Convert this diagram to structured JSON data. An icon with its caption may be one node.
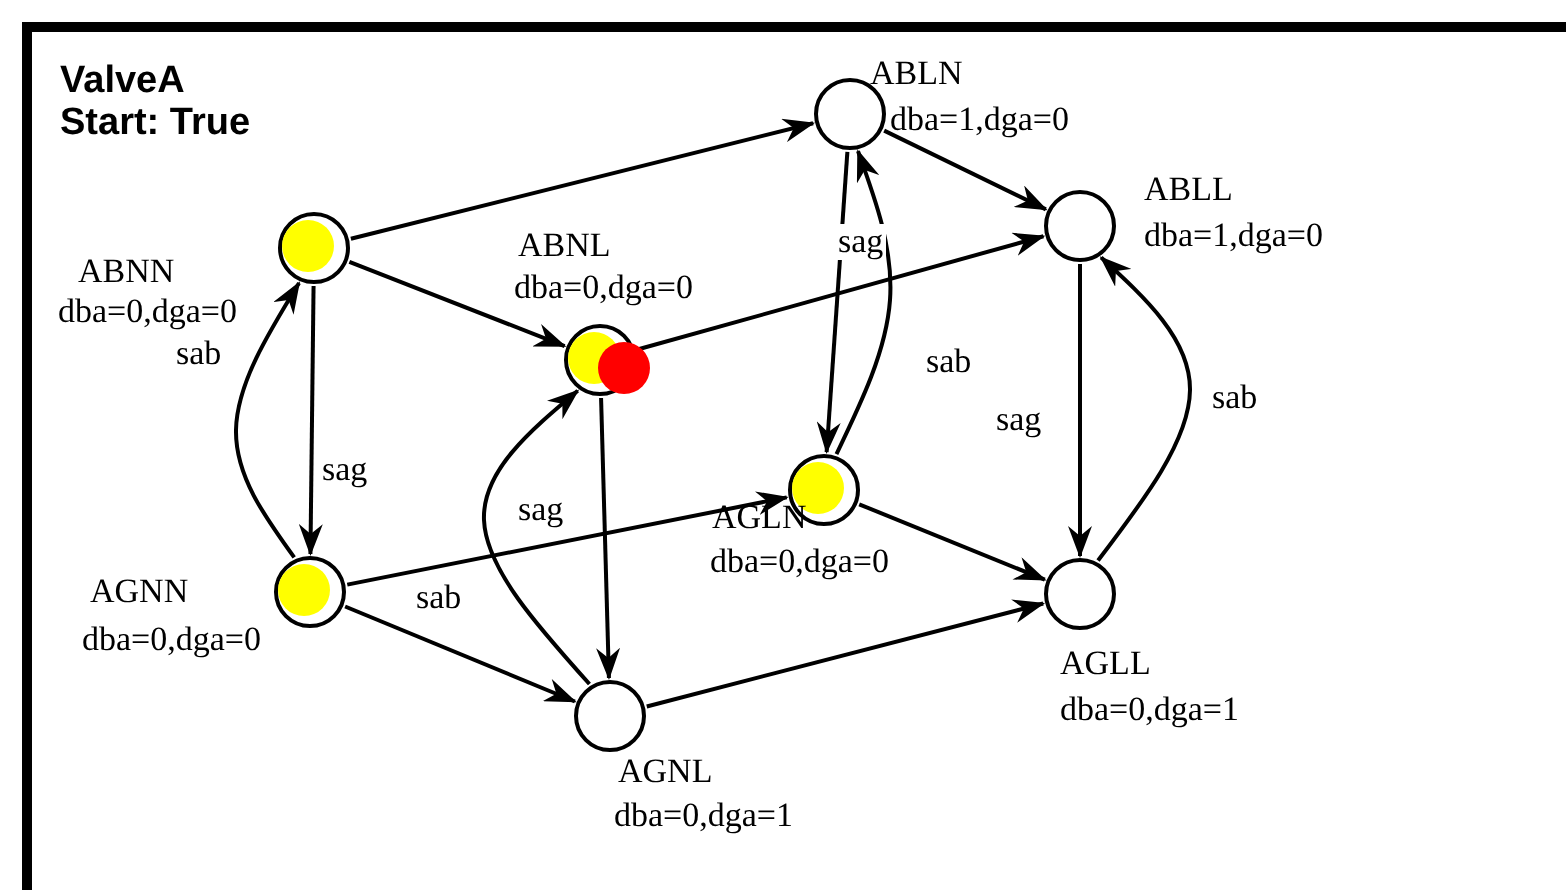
{
  "diagram": {
    "title": "ValveA",
    "nodes": [
      {
        "text": [
          "ABNN",
          "dba=0,dga=0"
        ]
      },
      {
        "text": [
          "ABNL",
          "dba=0,dga=0"
        ]
      },
      {
        "text": [
          "ABLN",
          "dba=1,dga=0"
        ]
      },
      {
        "text": [
          "ABLL",
          "dba=1,dga=0"
        ]
      },
      {
        "text": [
          "AGNN",
          "dba=0,dga=0"
        ]
      },
      {
        "text": [
          "AGNL",
          "dba=0,dga=1"
        ]
      },
      {
        "text": [
          "AGLN",
          "dba=0,dga=0"
        ]
      },
      {
        "text": [
          "AGLL",
          "dba=0,dga=1"
        ]
      }
    ],
    "edges": [
      {
        "from": 0,
        "to": 2,
        "arrow": "to"
      },
      {
        "from": 0,
        "to": 1,
        "arrow": "to"
      },
      {
        "from": 0,
        "to": 4,
        "label": "sag",
        "arrow": "to"
      },
      {
        "from": 4,
        "to": 0,
        "label": "sab",
        "arrow": "to"
      },
      {
        "from": 1,
        "to": 3,
        "arrow": "to"
      },
      {
        "from": 1,
        "to": 5,
        "label": "sag",
        "arrow": "to"
      },
      {
        "from": 5,
        "to": 1,
        "label": "sab",
        "arrow": "to"
      },
      {
        "from": 2,
        "to": 3,
        "arrow": "to"
      },
      {
        "from": 2,
        "to": 6,
        "label": "sag",
        "arrow": "to"
      },
      {
        "from": 6,
        "to": 2,
        "label": "sab",
        "arrow": "to"
      },
      {
        "from": 3,
        "to": 7,
        "label": "sag",
        "arrow": "to"
      },
      {
        "from": 7,
        "to": 3,
        "label": "sab",
        "arrow": "to"
      },
      {
        "from": 4,
        "to": 6,
        "arrow": "to"
      },
      {
        "from": 4,
        "to": 5,
        "arrow": "to"
      },
      {
        "from": 5,
        "to": 7,
        "arrow": "to"
      },
      {
        "from": 6,
        "to": 7,
        "arrow": "to"
      }
    ],
    "labels": [
      "Start: True"
    ]
  }
}
